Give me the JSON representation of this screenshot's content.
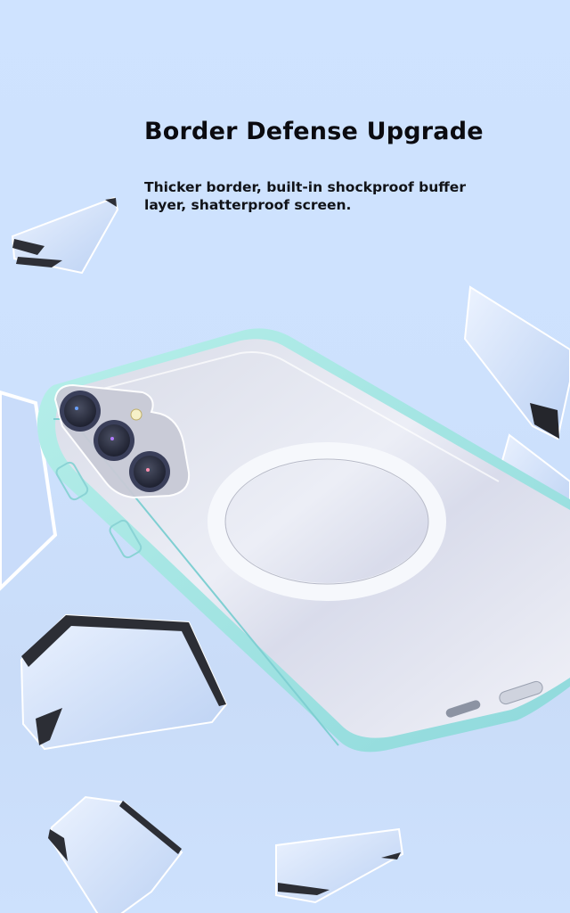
{
  "headline": "Border Defense Upgrade",
  "description": "Thicker border, built-in shockproof buffer layer, shatterproof screen.",
  "colors": {
    "background": "#cfe3ff",
    "text": "#0b0b10",
    "case_bumper": "#9fe3e0",
    "case_back": "#e3e6f2",
    "magnet_ring": "#f4f6fb",
    "lens": "#2a2d3a"
  },
  "icons": {
    "camera_lens_count": 3,
    "flash": "flash-icon",
    "magsafe_ring": "magnetic-ring-icon"
  }
}
